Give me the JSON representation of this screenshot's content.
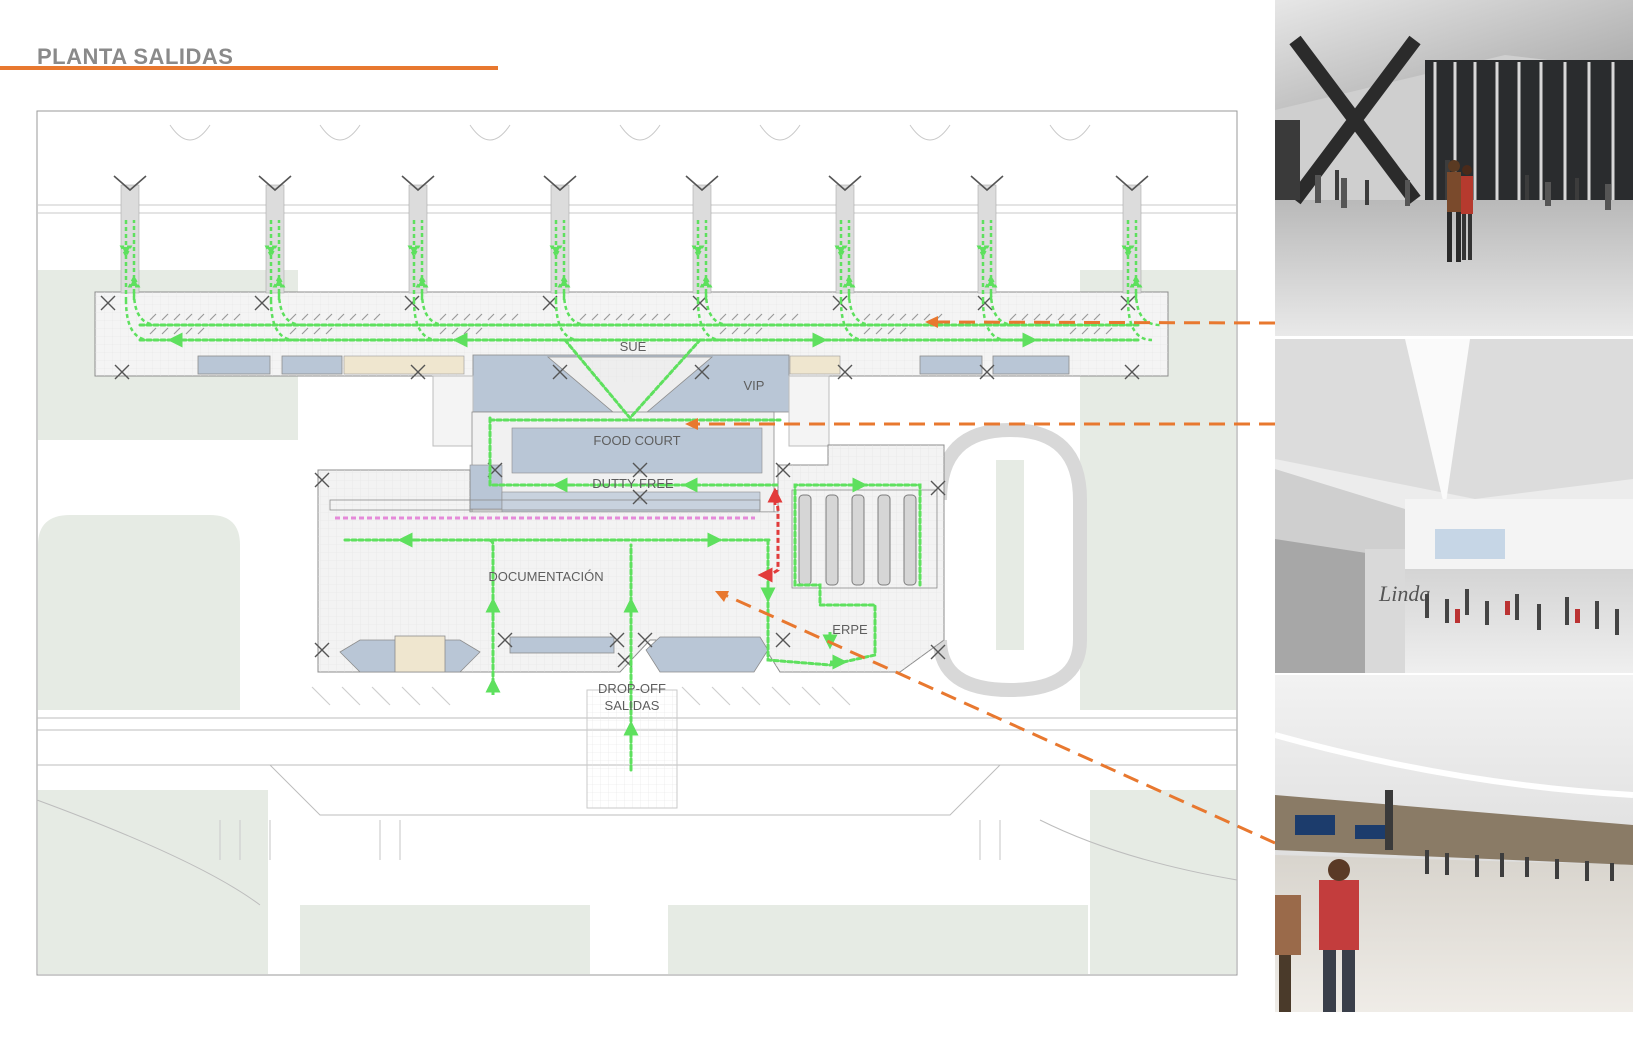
{
  "title": "PLANTA SALIDAS",
  "labels": {
    "sue": "SUE",
    "vip": "VIP",
    "food_court": "FOOD COURT",
    "dutty_free": "DUTTY FREE",
    "documentacion": "DOCUMENTACIÓN",
    "erpe": "ERPE",
    "dropoff_line1": "DROP-OFF",
    "dropoff_line2": "SALIDAS"
  },
  "photo_signage": "Linda",
  "colors": {
    "accent": "#e8782f",
    "route": "#5ee05e",
    "route_alt": "#e23b3b",
    "queue": "#e58ad9",
    "zone": "#b9c6d6",
    "landscape": "#e6ebe4"
  },
  "icons": [
    "boarding-bridge-icon",
    "route-arrow-icon",
    "column-x-icon"
  ]
}
